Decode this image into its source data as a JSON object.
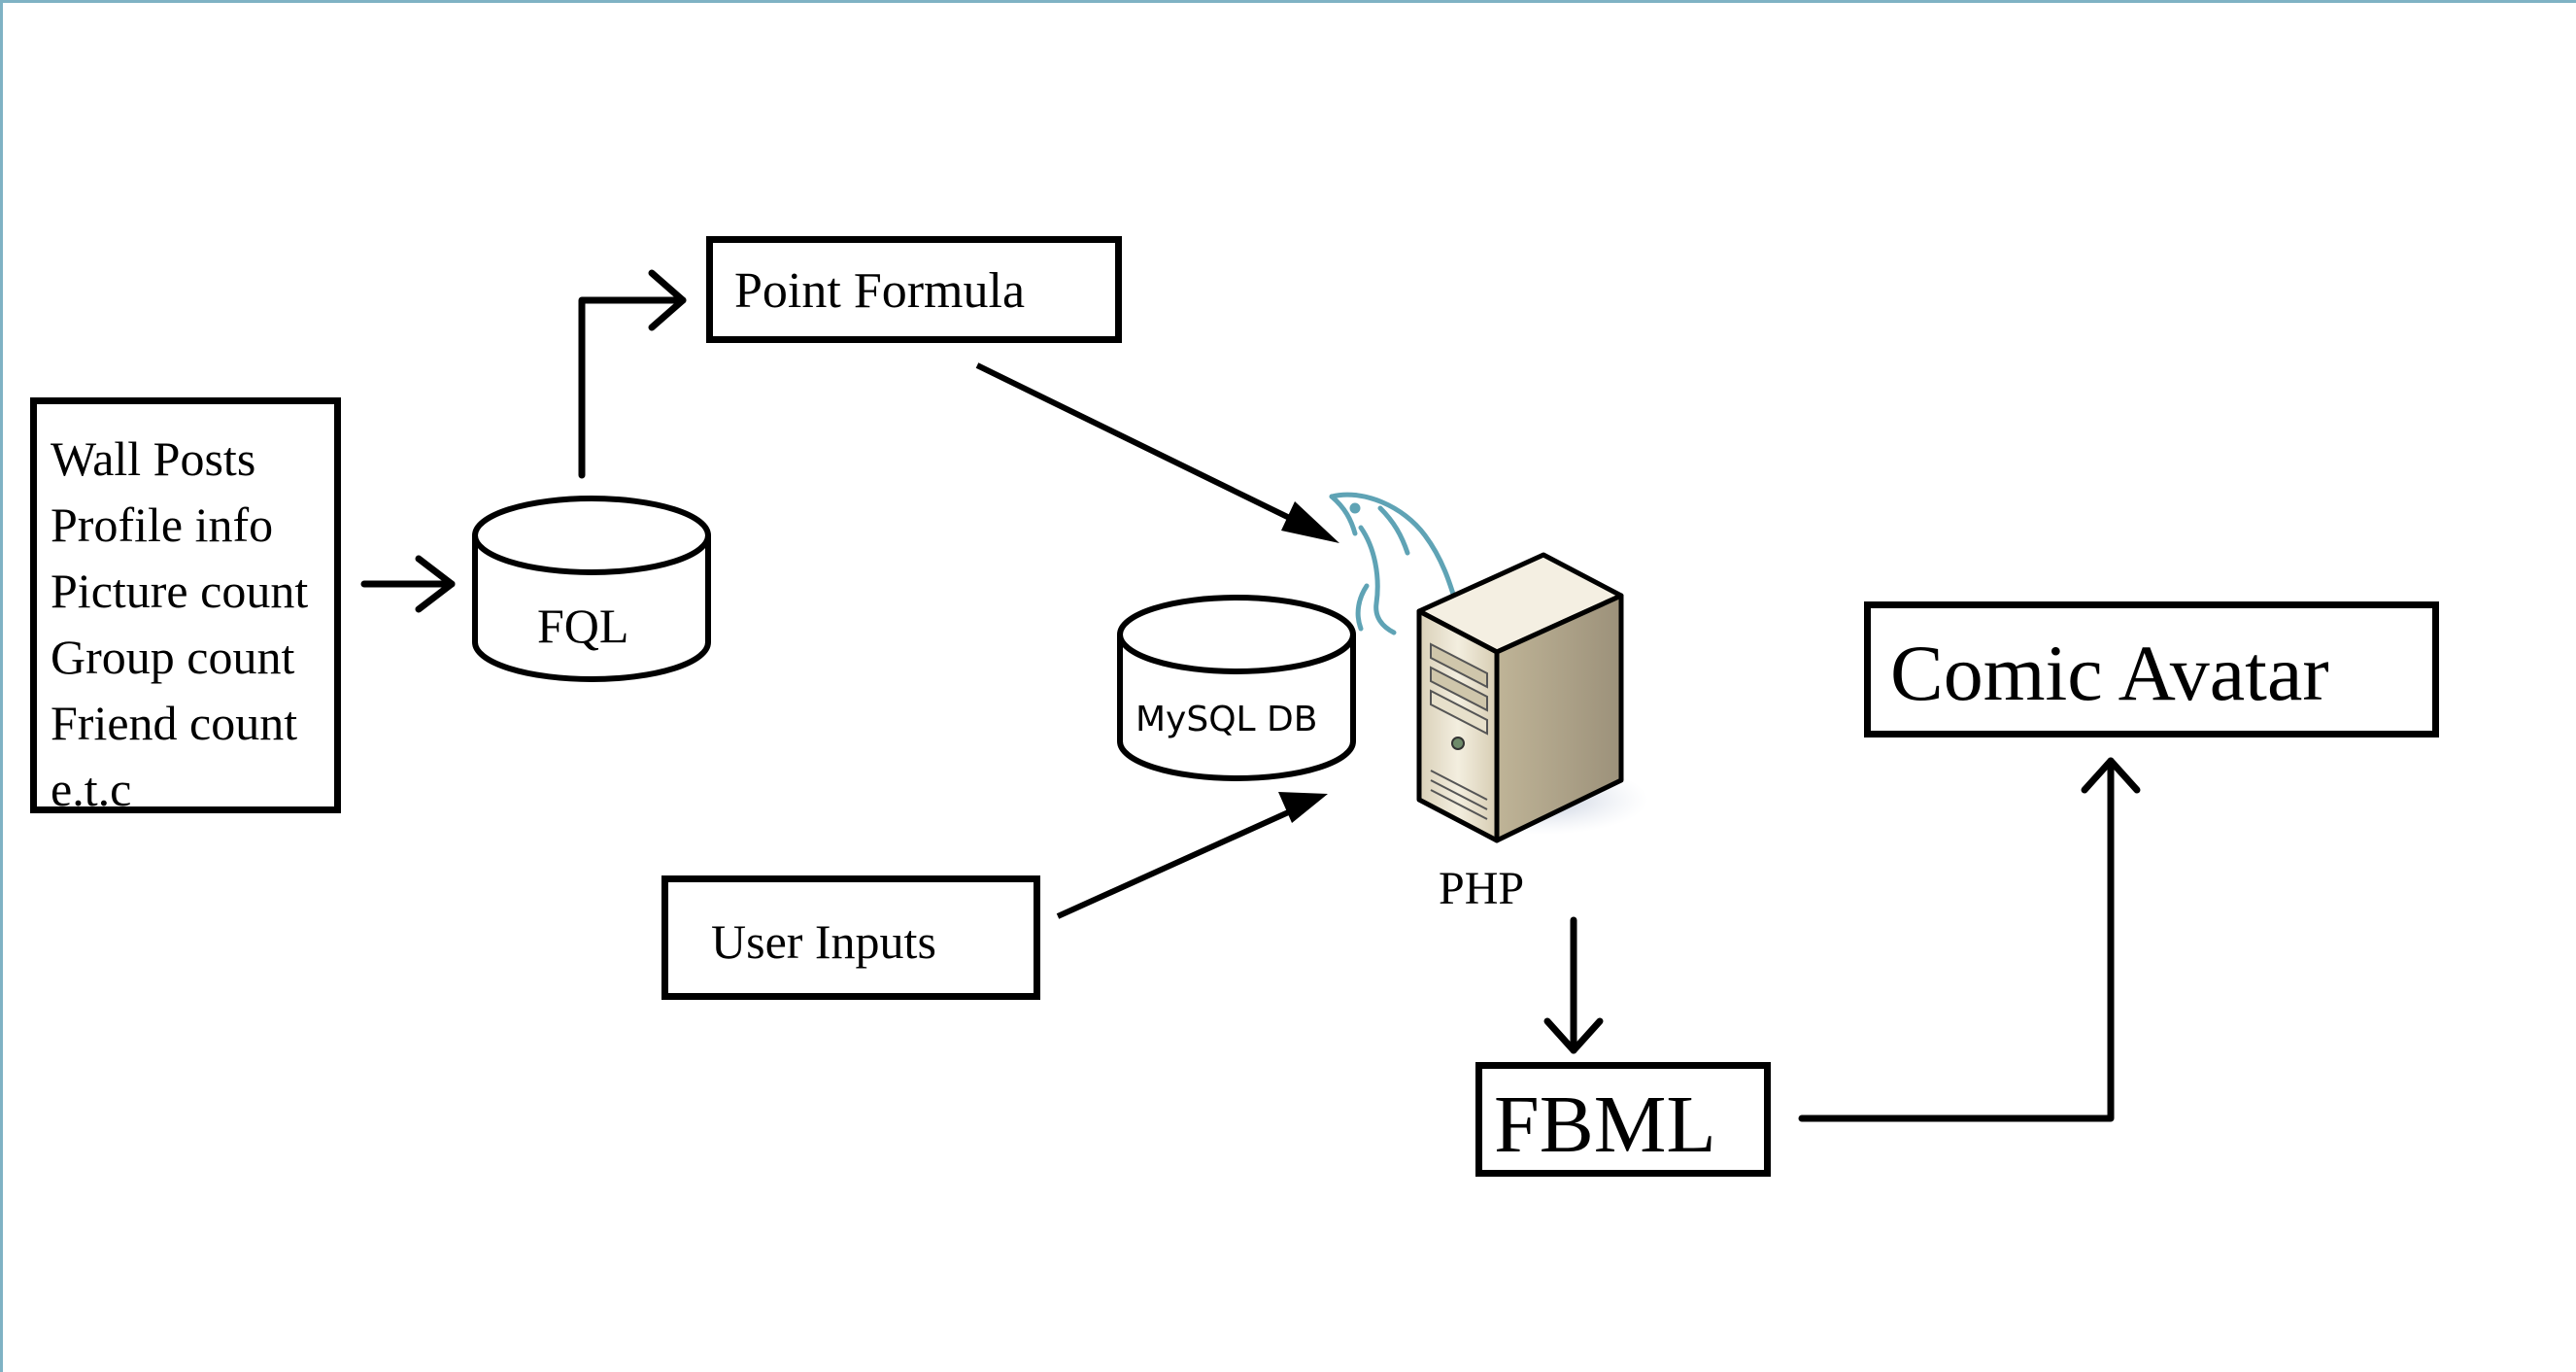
{
  "inputs_box": {
    "items": [
      "Wall Posts",
      "Profile info",
      "Picture count",
      "Group count",
      "Friend count",
      "e.t.c"
    ]
  },
  "fql": {
    "label": "FQL"
  },
  "point_formula": {
    "label": "Point Formula"
  },
  "mysql": {
    "label": "MySQL DB"
  },
  "user_inputs": {
    "label": "User Inputs"
  },
  "php": {
    "label": "PHP",
    "icons": [
      "server-icon",
      "mysql-dolphin-icon"
    ]
  },
  "fbml": {
    "label": "FBML"
  },
  "comic_avatar": {
    "label": "Comic Avatar"
  },
  "colors": {
    "stroke": "#000000",
    "frame": "#7fb2c4",
    "dolphin": "#5fa3b5",
    "server_body": "#ece4cf"
  }
}
